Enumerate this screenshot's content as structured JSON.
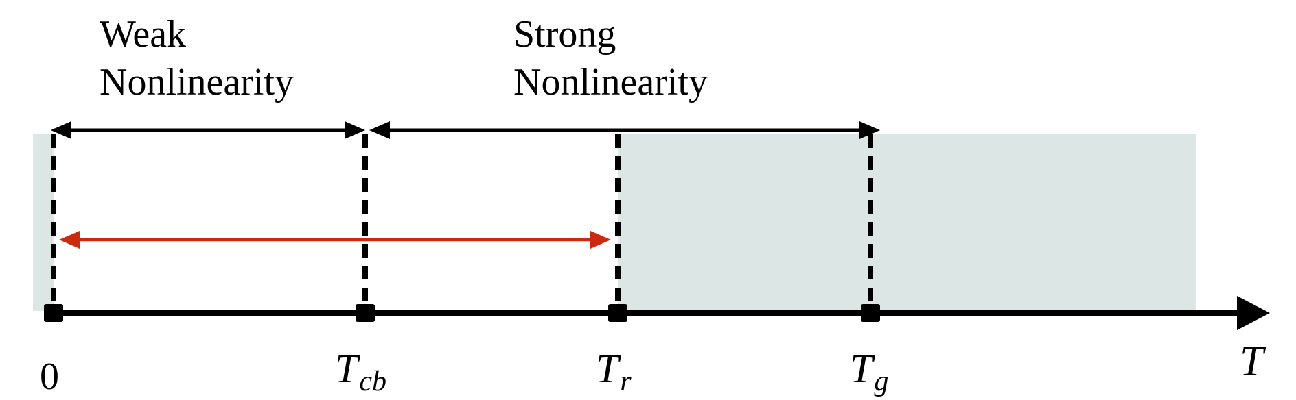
{
  "regions": {
    "weak": {
      "line1": "Weak",
      "line2": "Nonlinearity"
    },
    "strong": {
      "line1": "Strong",
      "line2": "Nonlinearity"
    }
  },
  "axis": {
    "variable": "T",
    "ticks": [
      {
        "id": "zero",
        "main": "0",
        "sub": ""
      },
      {
        "id": "tcb",
        "main": "T",
        "sub": "cb"
      },
      {
        "id": "tr",
        "main": "T",
        "sub": "r"
      },
      {
        "id": "tg",
        "main": "T",
        "sub": "g"
      }
    ]
  },
  "colors": {
    "shade": "#dce6e4",
    "line": "#000000",
    "red_arrow": "#cc2a10"
  }
}
